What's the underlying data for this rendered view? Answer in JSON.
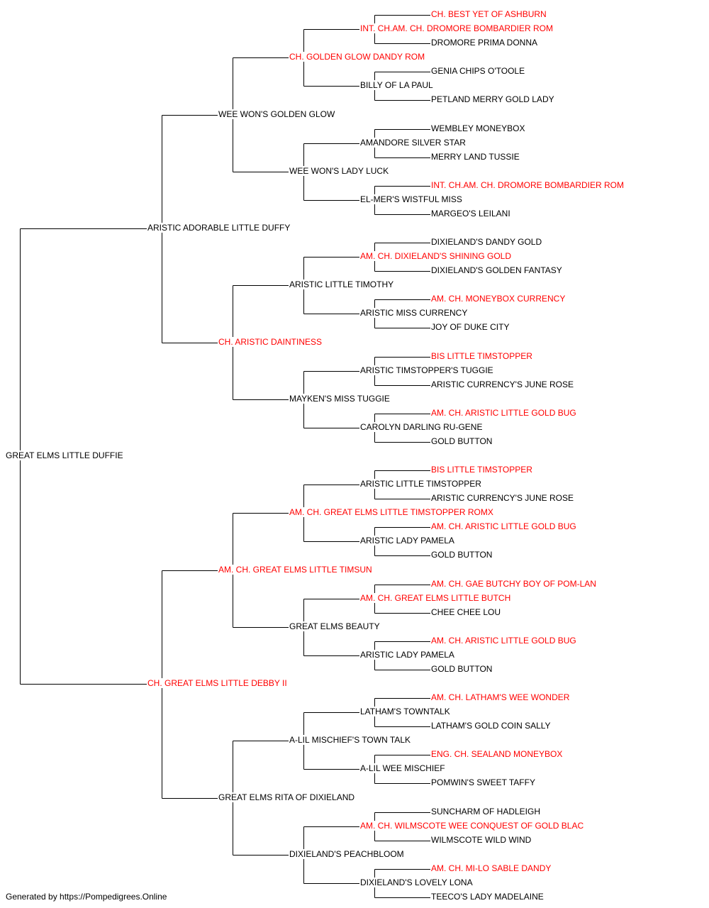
{
  "colors": {
    "champion": "#ff0000",
    "normal": "#000000",
    "line": "#000000"
  },
  "pedigree": {
    "name": "GREAT ELMS LITTLE DUFFIE",
    "champion": false,
    "sire": {
      "name": "ARISTIC ADORABLE LITTLE DUFFY",
      "champion": false,
      "sire": {
        "name": "WEE WON'S GOLDEN GLOW",
        "champion": false,
        "sire": {
          "name": "CH. GOLDEN GLOW DANDY ROM",
          "champion": true,
          "sire": {
            "name": "INT. CH.AM. CH. DROMORE BOMBARDIER ROM",
            "champion": true,
            "sire": {
              "name": "CH. BEST YET OF ASHBURN",
              "champion": true
            },
            "dam": {
              "name": "DROMORE PRIMA DONNA",
              "champion": false
            }
          },
          "dam": {
            "name": "BILLY OF LA PAUL",
            "champion": false,
            "sire": {
              "name": "GENIA CHIPS O'TOOLE",
              "champion": false
            },
            "dam": {
              "name": "PETLAND MERRY GOLD LADY",
              "champion": false
            }
          }
        },
        "dam": {
          "name": "WEE WON'S LADY LUCK",
          "champion": false,
          "sire": {
            "name": "AMANDORE SILVER STAR",
            "champion": false,
            "sire": {
              "name": "WEMBLEY MONEYBOX",
              "champion": false
            },
            "dam": {
              "name": "MERRY LAND TUSSIE",
              "champion": false
            }
          },
          "dam": {
            "name": "EL-MER'S WISTFUL MISS",
            "champion": false,
            "sire": {
              "name": "INT. CH.AM. CH. DROMORE BOMBARDIER ROM",
              "champion": true
            },
            "dam": {
              "name": "MARGEO'S LEILANI",
              "champion": false
            }
          }
        }
      },
      "dam": {
        "name": "CH. ARISTIC DAINTINESS",
        "champion": true,
        "sire": {
          "name": "ARISTIC LITTLE TIMOTHY",
          "champion": false,
          "sire": {
            "name": "AM. CH. DIXIELAND'S SHINING GOLD",
            "champion": true,
            "sire": {
              "name": "DIXIELAND'S DANDY GOLD",
              "champion": false
            },
            "dam": {
              "name": "DIXIELAND'S GOLDEN FANTASY",
              "champion": false
            }
          },
          "dam": {
            "name": "ARISTIC MISS CURRENCY",
            "champion": false,
            "sire": {
              "name": "AM. CH. MONEYBOX CURRENCY",
              "champion": true
            },
            "dam": {
              "name": "JOY OF DUKE CITY",
              "champion": false
            }
          }
        },
        "dam": {
          "name": "MAYKEN'S MISS TUGGIE",
          "champion": false,
          "sire": {
            "name": "ARISTIC TIMSTOPPER'S TUGGIE",
            "champion": false,
            "sire": {
              "name": "BIS LITTLE TIMSTOPPER",
              "champion": true
            },
            "dam": {
              "name": "ARISTIC CURRENCY'S JUNE ROSE",
              "champion": false
            }
          },
          "dam": {
            "name": "CAROLYN DARLING RU-GENE",
            "champion": false,
            "sire": {
              "name": "AM. CH. ARISTIC LITTLE GOLD BUG",
              "champion": true
            },
            "dam": {
              "name": "GOLD BUTTON",
              "champion": false
            }
          }
        }
      }
    },
    "dam": {
      "name": "CH. GREAT ELMS LITTLE DEBBY II",
      "champion": true,
      "sire": {
        "name": "AM. CH. GREAT ELMS LITTLE TIMSUN",
        "champion": true,
        "sire": {
          "name": "AM. CH. GREAT ELMS LITTLE TIMSTOPPER ROMX",
          "champion": true,
          "sire": {
            "name": "ARISTIC LITTLE TIMSTOPPER",
            "champion": false,
            "sire": {
              "name": "BIS LITTLE TIMSTOPPER",
              "champion": true
            },
            "dam": {
              "name": "ARISTIC CURRENCY'S JUNE ROSE",
              "champion": false
            }
          },
          "dam": {
            "name": "ARISTIC LADY PAMELA",
            "champion": false,
            "sire": {
              "name": "AM. CH. ARISTIC LITTLE GOLD BUG",
              "champion": true
            },
            "dam": {
              "name": "GOLD BUTTON",
              "champion": false
            }
          }
        },
        "dam": {
          "name": "GREAT ELMS BEAUTY",
          "champion": false,
          "sire": {
            "name": "AM. CH. GREAT ELMS LITTLE BUTCH",
            "champion": true,
            "sire": {
              "name": "AM. CH. GAE BUTCHY BOY OF POM-LAN",
              "champion": true
            },
            "dam": {
              "name": "CHEE CHEE LOU",
              "champion": false
            }
          },
          "dam": {
            "name": "ARISTIC LADY PAMELA",
            "champion": false,
            "sire": {
              "name": "AM. CH. ARISTIC LITTLE GOLD BUG",
              "champion": true
            },
            "dam": {
              "name": "GOLD BUTTON",
              "champion": false
            }
          }
        }
      },
      "dam": {
        "name": "GREAT ELMS RITA OF DIXIELAND",
        "champion": false,
        "sire": {
          "name": "A-LIL MISCHIEF'S TOWN TALK",
          "champion": false,
          "sire": {
            "name": "LATHAM'S TOWNTALK",
            "champion": false,
            "sire": {
              "name": "AM. CH. LATHAM'S WEE WONDER",
              "champion": true
            },
            "dam": {
              "name": "LATHAM'S GOLD COIN SALLY",
              "champion": false
            }
          },
          "dam": {
            "name": "A-LIL WEE MISCHIEF",
            "champion": false,
            "sire": {
              "name": "ENG. CH. SEALAND MONEYBOX",
              "champion": true
            },
            "dam": {
              "name": "POMWIN'S SWEET TAFFY",
              "champion": false
            }
          }
        },
        "dam": {
          "name": "DIXIELAND'S PEACHBLOOM",
          "champion": false,
          "sire": {
            "name": "AM. CH. WILMSCOTE WEE CONQUEST OF GOLD BLAC",
            "champion": true,
            "sire": {
              "name": "SUNCHARM OF HADLEIGH",
              "champion": false
            },
            "dam": {
              "name": "WILMSCOTE WILD WIND",
              "champion": false
            }
          },
          "dam": {
            "name": "DIXIELAND'S LOVELY LONA",
            "champion": false,
            "sire": {
              "name": "AM. CH. MI-LO SABLE DANDY",
              "champion": true
            },
            "dam": {
              "name": "TEECO'S LADY MADELAINE",
              "champion": false
            }
          }
        }
      }
    }
  },
  "footer": "Generated by https://Pompedigrees.Online"
}
